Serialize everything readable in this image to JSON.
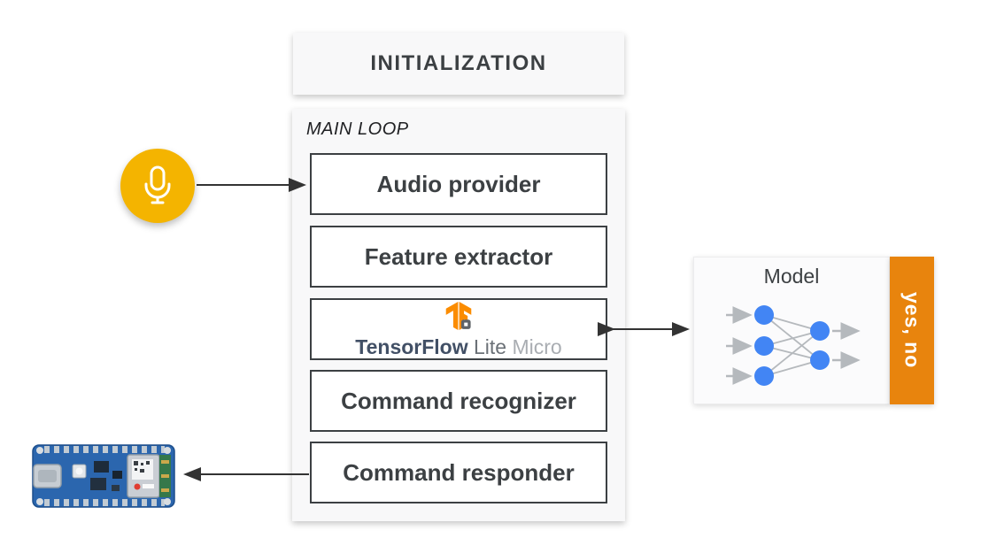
{
  "colors": {
    "mic_yellow": "#F4B400",
    "node_blue": "#4285F4",
    "output_orange": "#E8840D",
    "tf_logo_orange": "#FB8C00",
    "box_border_dark": "#3C4043",
    "panel_gray": "#F8F8F9",
    "arrow_dark": "#333333",
    "arrow_gray": "#B5B9BD"
  },
  "initialization": {
    "label": "INITIALIZATION"
  },
  "main_loop": {
    "label": "MAIN LOOP",
    "boxes": [
      {
        "label": "Audio provider"
      },
      {
        "label": "Feature extractor"
      },
      {
        "label": "TensorFlow Lite Micro",
        "brand_primary": "TensorFlow",
        "brand_secondary": "Lite",
        "brand_tertiary": "Micro"
      },
      {
        "label": "Command recognizer"
      },
      {
        "label": "Command responder"
      }
    ]
  },
  "model": {
    "title": "Model",
    "output_label": "yes, no",
    "network": {
      "input_nodes": 3,
      "output_nodes": 2
    }
  },
  "icons": {
    "microphone": "microphone-icon",
    "tensorflow_logo": "tensorflow-logo-icon",
    "chip": "chip-icon",
    "board": "arduino-nano-33-ble-board-image"
  }
}
